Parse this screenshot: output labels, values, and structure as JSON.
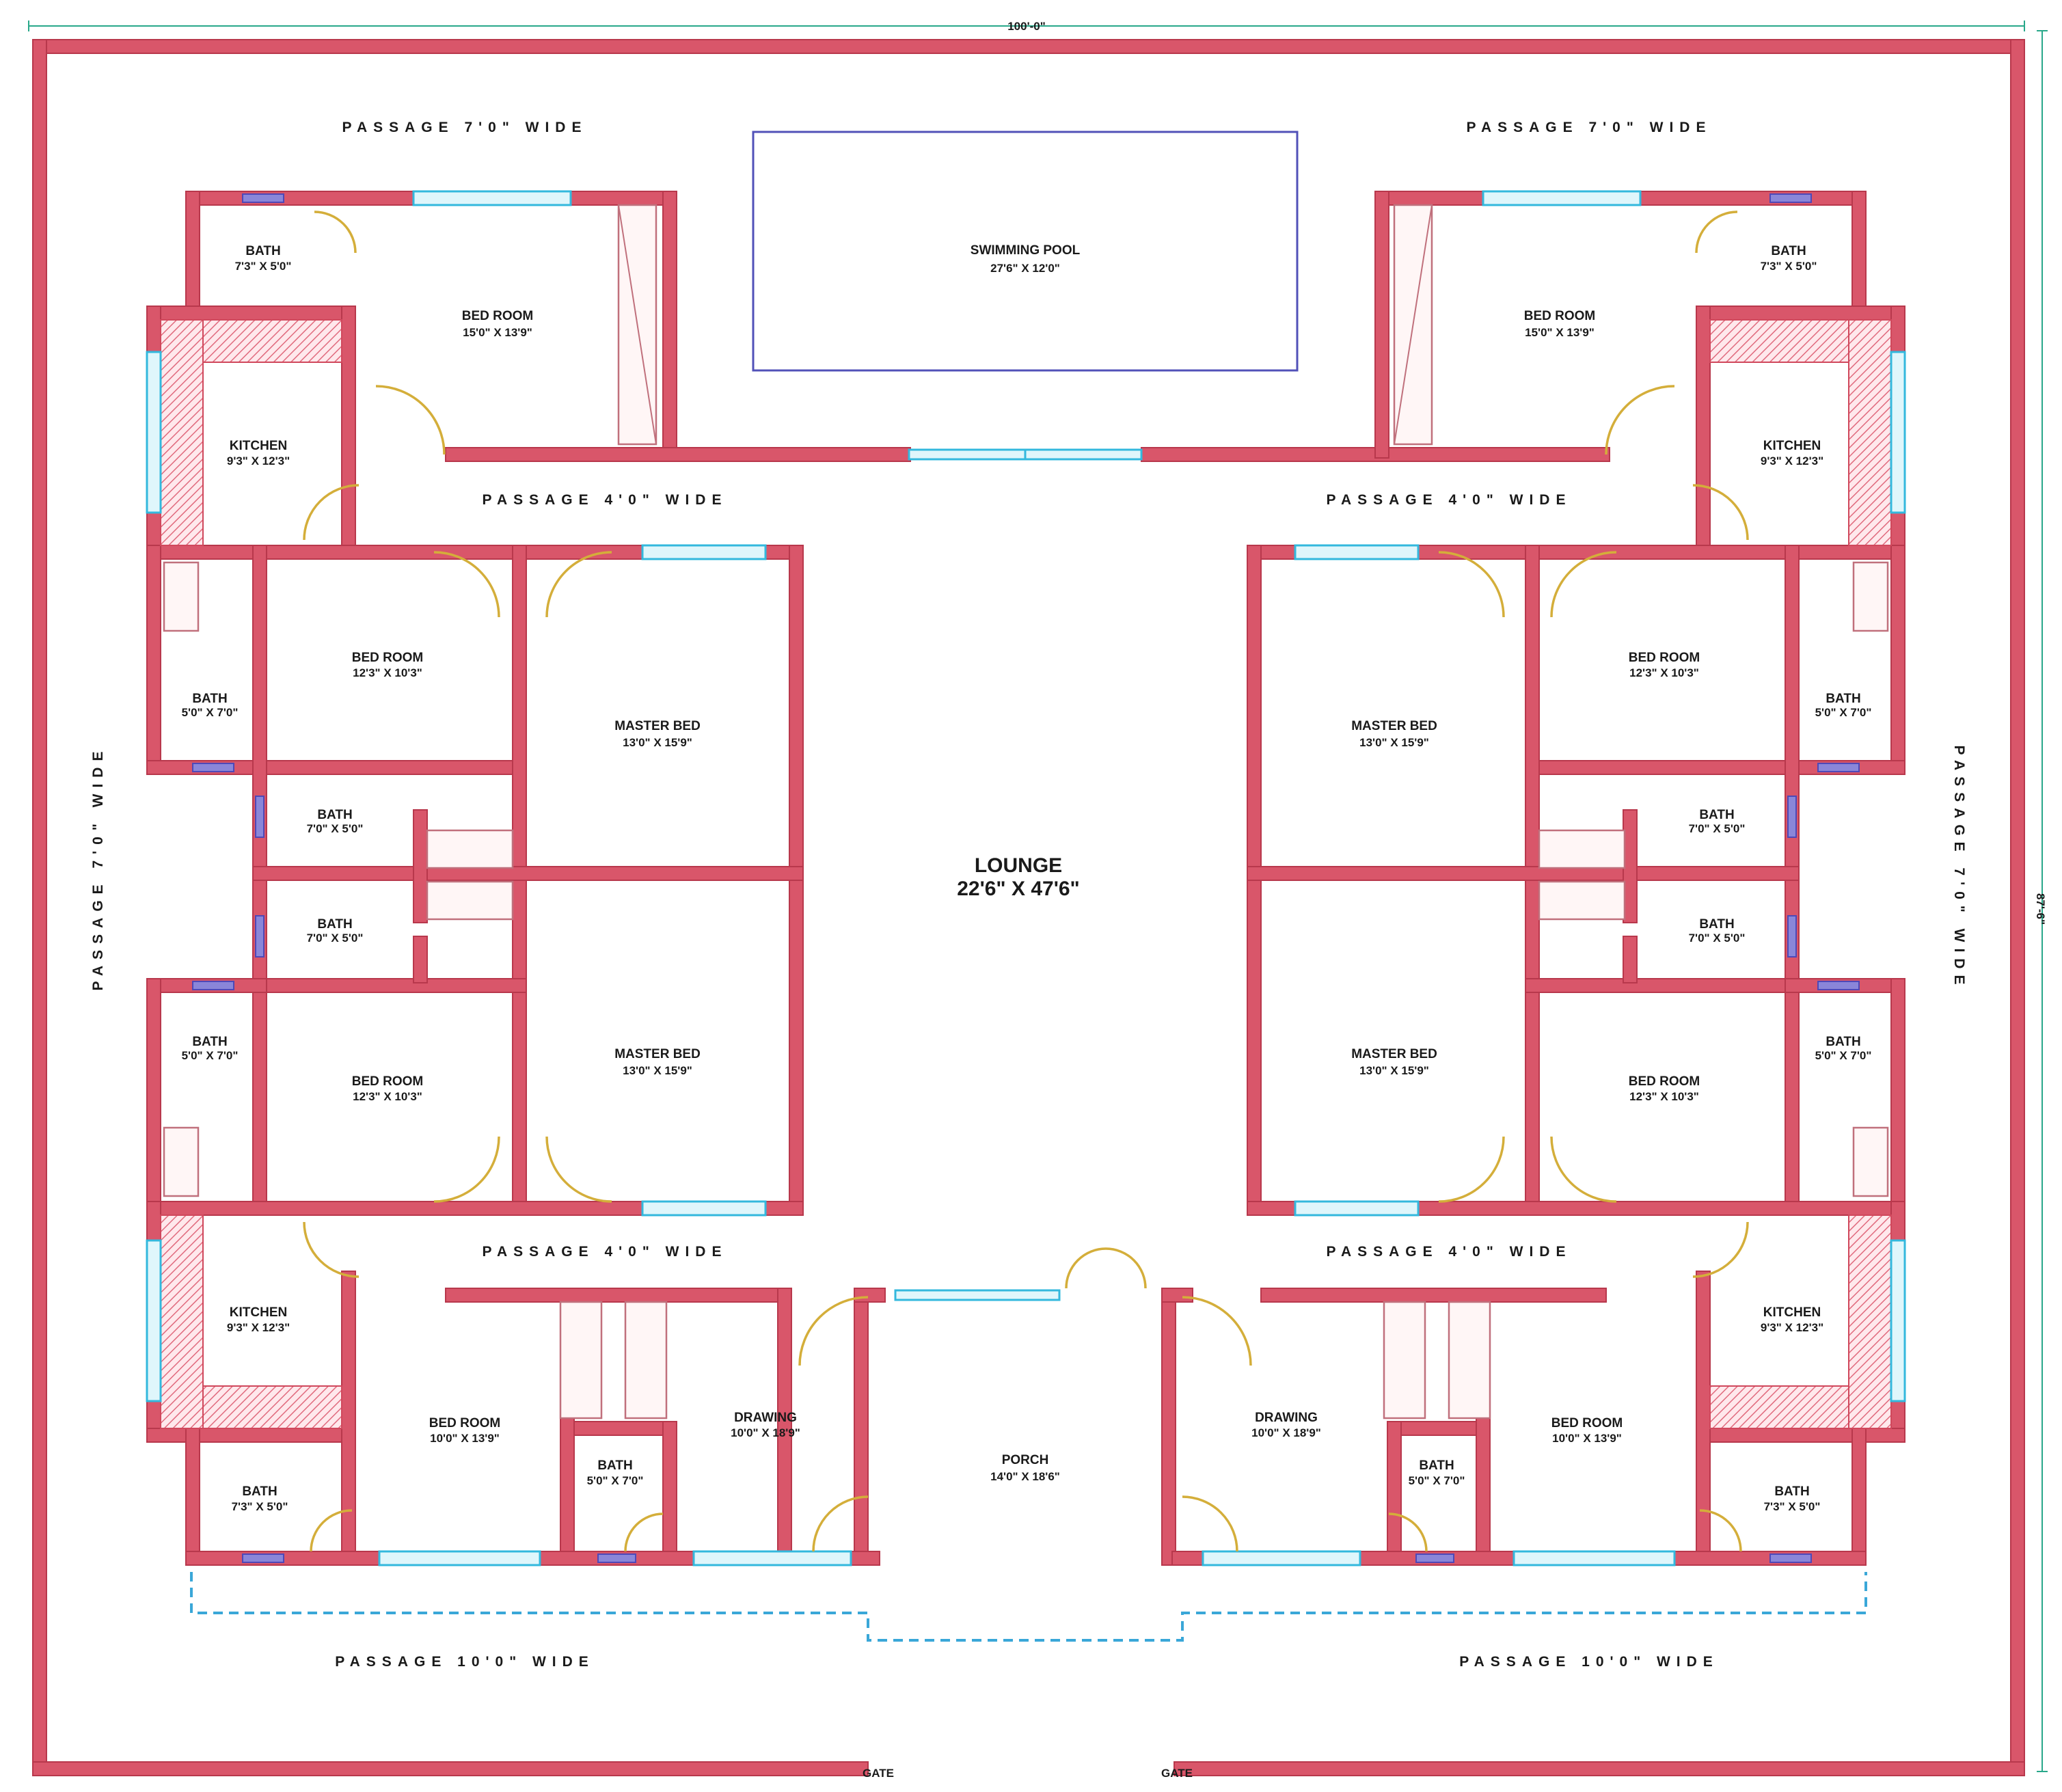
{
  "plan": {
    "overall_width": "100'-0\"",
    "overall_depth": "87'-6\"",
    "gate_left": "GATE",
    "gate_right": "GATE",
    "lounge": {
      "name": "LOUNGE",
      "dim": "22'6\" X 47'6\""
    },
    "pool": {
      "name": "SWIMMING POOL",
      "dim": "27'6\" X 12'0\""
    },
    "porch": {
      "name": "PORCH",
      "dim": "14'0\" X 18'6\""
    },
    "passages": {
      "top_left": "PASSAGE 7'0\" WIDE",
      "top_right": "PASSAGE 7'0\" WIDE",
      "mid_upper_left": "PASSAGE 4'0\" WIDE",
      "mid_upper_right": "PASSAGE 4'0\" WIDE",
      "mid_lower_left": "PASSAGE 4'0\" WIDE",
      "mid_lower_right": "PASSAGE 4'0\" WIDE",
      "bottom_left": "PASSAGE 10'0\" WIDE",
      "bottom_right": "PASSAGE 10'0\" WIDE",
      "side_left": "PASSAGE 7'0\" WIDE",
      "side_right": "PASSAGE 7'0\" WIDE"
    },
    "rooms": {
      "tl_bath": {
        "name": "BATH",
        "dim": "7'3\" X 5'0\""
      },
      "tl_bed": {
        "name": "BED ROOM",
        "dim": "15'0\" X 13'9\""
      },
      "tl_kitchen": {
        "name": "KITCHEN",
        "dim": "9'3\" X 12'3\""
      },
      "tr_bath": {
        "name": "BATH",
        "dim": "7'3\" X 5'0\""
      },
      "tr_bed": {
        "name": "BED ROOM",
        "dim": "15'0\" X 13'9\""
      },
      "tr_kitchen": {
        "name": "KITCHEN",
        "dim": "9'3\" X 12'3\""
      },
      "ml1_bed": {
        "name": "BED ROOM",
        "dim": "12'3\" X 10'3\""
      },
      "ml1_bath": {
        "name": "BATH",
        "dim": "5'0\" X 7'0\""
      },
      "ml1_master": {
        "name": "MASTER BED",
        "dim": "13'0\" X 15'9\""
      },
      "ml1_bath2": {
        "name": "BATH",
        "dim": "7'0\" X 5'0\""
      },
      "ml2_bath2": {
        "name": "BATH",
        "dim": "7'0\" X 5'0\""
      },
      "ml2_bath": {
        "name": "BATH",
        "dim": "5'0\" X 7'0\""
      },
      "ml2_bed": {
        "name": "BED ROOM",
        "dim": "12'3\" X 10'3\""
      },
      "ml2_master": {
        "name": "MASTER BED",
        "dim": "13'0\" X 15'9\""
      },
      "mr1_master": {
        "name": "MASTER BED",
        "dim": "13'0\" X 15'9\""
      },
      "mr1_bed": {
        "name": "BED ROOM",
        "dim": "12'3\" X 10'3\""
      },
      "mr1_bath": {
        "name": "BATH",
        "dim": "5'0\" X 7'0\""
      },
      "mr1_bath2": {
        "name": "BATH",
        "dim": "7'0\" X 5'0\""
      },
      "mr2_bath2": {
        "name": "BATH",
        "dim": "7'0\" X 5'0\""
      },
      "mr2_master": {
        "name": "MASTER BED",
        "dim": "13'0\" X 15'9\""
      },
      "mr2_bed": {
        "name": "BED ROOM",
        "dim": "12'3\" X 10'3\""
      },
      "mr2_bath": {
        "name": "BATH",
        "dim": "5'0\" X 7'0\""
      },
      "bl_kitchen": {
        "name": "KITCHEN",
        "dim": "9'3\" X 12'3\""
      },
      "bl_bed": {
        "name": "BED ROOM",
        "dim": "10'0\" X 13'9\""
      },
      "bl_drawing": {
        "name": "DRAWING",
        "dim": "10'0\" X 18'9\""
      },
      "bl_bath": {
        "name": "BATH",
        "dim": "7'3\" X 5'0\""
      },
      "bl_bath_mid": {
        "name": "BATH",
        "dim": "5'0\" X 7'0\""
      },
      "br_kitchen": {
        "name": "KITCHEN",
        "dim": "9'3\" X 12'3\""
      },
      "br_bed": {
        "name": "BED ROOM",
        "dim": "10'0\" X 13'9\""
      },
      "br_drawing": {
        "name": "DRAWING",
        "dim": "10'0\" X 18'9\""
      },
      "br_bath": {
        "name": "BATH",
        "dim": "7'3\" X 5'0\""
      },
      "br_bath_mid": {
        "name": "BATH",
        "dim": "5'0\" X 7'0\""
      }
    }
  }
}
